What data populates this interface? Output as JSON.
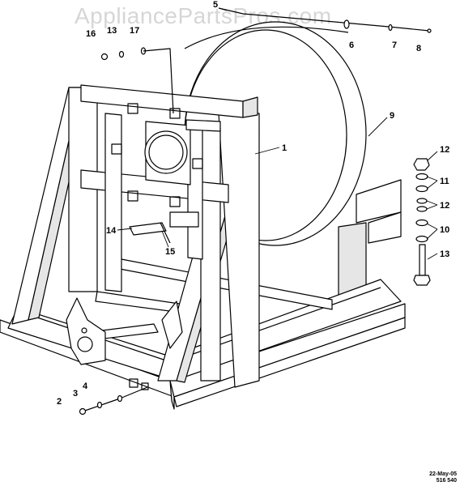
{
  "watermark": "AppliancePartsPros.com",
  "stamp": {
    "date": "22-May-05",
    "code": "516 540"
  },
  "callouts": [
    "1",
    "2",
    "3",
    "4",
    "5",
    "6",
    "7",
    "8",
    "9",
    "10",
    "11",
    "12",
    "12",
    "13",
    "14",
    "15",
    "16",
    "13",
    "17"
  ],
  "colors": {
    "line": "#000000",
    "frame_shade": "#e6e6e6",
    "watermark": "#d6d6d6"
  }
}
